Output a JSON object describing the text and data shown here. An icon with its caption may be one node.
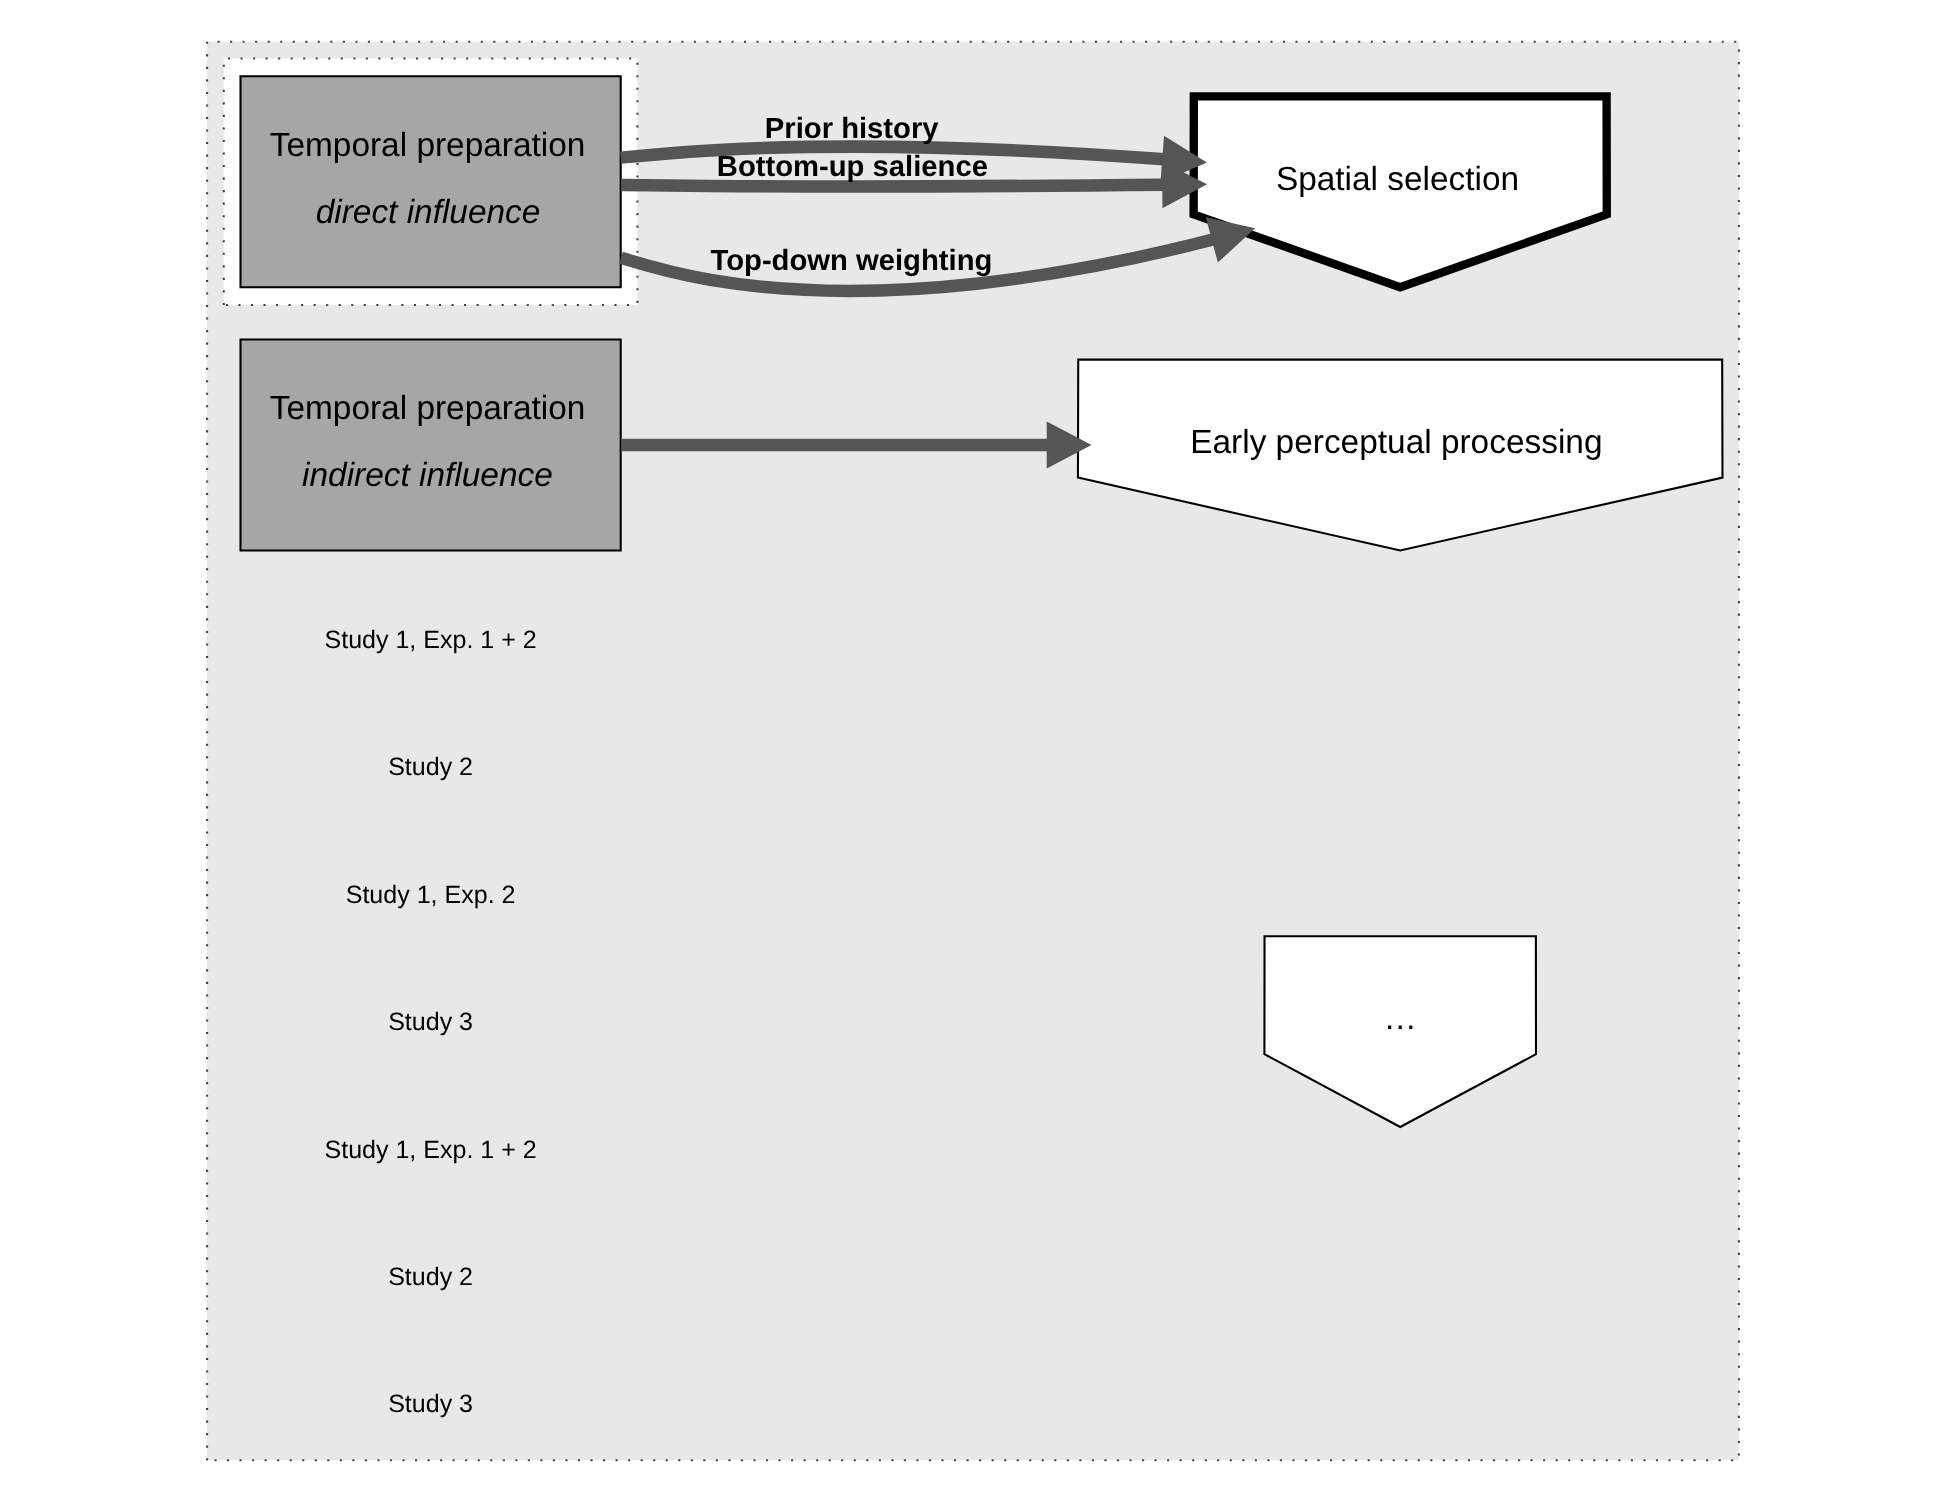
{
  "diagram": {
    "nodes": [
      {
        "text": [],
        "shape": "box"
      },
      {
        "text": [
          "Temporal preparation",
          "indirect influence"
        ],
        "in": 0
      },
      {
        "text": [
          "Early perceptual processing"
        ],
        "in": 0
      },
      {
        "text": [],
        "shape": "box",
        "in": 0
      },
      {
        "text": [
          "Temporal preparation",
          "direct influence"
        ],
        "in": 3
      },
      {
        "text": [
          "Spatial selection"
        ],
        "in": 0
      },
      {
        "text": [
          "…"
        ],
        "in": 0
      }
    ],
    "edges": [
      {
        "from": 1,
        "to": 2,
        "arrow": "to"
      },
      {
        "from": 4,
        "to": 5,
        "arrow": "to",
        "label": "Top-down weighting"
      },
      {
        "from": 4,
        "to": 5,
        "arrow": "to",
        "label": "Bottom-up salience"
      },
      {
        "from": 4,
        "to": 5,
        "arrow": "to",
        "label": "Prior history"
      }
    ],
    "labels": [
      "Study 1, Exp. 1 + 2",
      "Study 2",
      "Study 1, Exp. 2",
      "Study 3",
      "Study 1, Exp. 1 + 2",
      "Study 2",
      "Study 3"
    ]
  }
}
